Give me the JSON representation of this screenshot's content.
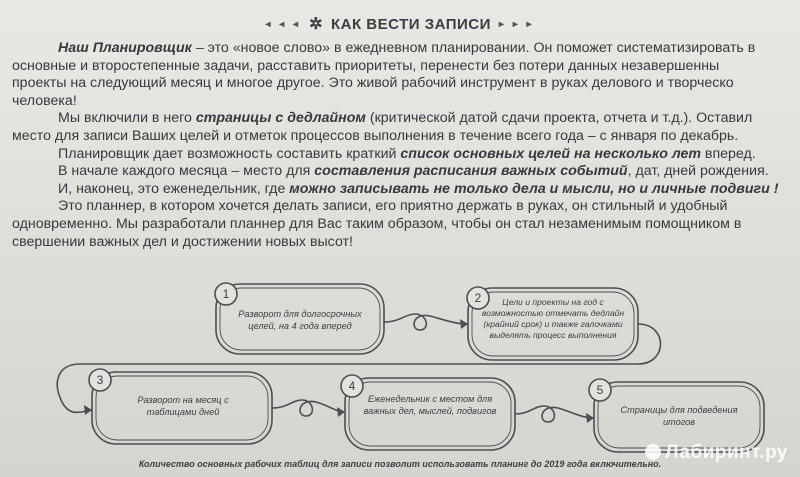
{
  "header": {
    "title": "КАК ВЕСТИ ЗАПИСИ",
    "left_arrows": "◂ ◂ ◂",
    "right_arrows": "▸ ▸ ▸",
    "icon": "gear-icon"
  },
  "body": {
    "p1": {
      "bold_start": "Наш Планировщик",
      "l1": " – это «новое слово» в ежедневном планировании. Он поможет систематизировать в",
      "l2": "основные и второстепенные задачи, расставить приоритеты, перенести без потери данных незавершенны",
      "l3": "проекты на следующий месяц и многое другое. Это живой рабочий инструмент в руках делового и творческо",
      "l4": "человека!"
    },
    "p2": {
      "a": "Мы включили в него ",
      "b": "страницы с дедлайном",
      "c": " (критической датой сдачи проекта, отчета и т.д.). Оставил",
      "l2": "место для записи Ваших целей и отметок процессов выполнения в течение всего года –  с января по декабрь."
    },
    "p3": {
      "a": "Планировщик дает возможность составить краткий ",
      "b": "список основных целей на несколько лет",
      "c": " вперед."
    },
    "p4": {
      "a": "В начале каждого месяца – место для ",
      "b": "составления расписания важных событий",
      "c": ", дат, дней рождения."
    },
    "p5": {
      "a": "И, наконец,  это  еженедельник, где ",
      "b": "можно записывать не только дела и  мысли, но и личные подвиги !"
    },
    "p6": {
      "l1": "Это планнер, в котором хочется делать записи, его приятно держать в руках, он стильный и удобный",
      "l2": "одновременно. Мы разработали планнер для Вас таким образом, чтобы он стал незаменимым помощником в",
      "l3": "свершении важных дел и достижении новых высот!"
    }
  },
  "diagram": {
    "steps": [
      {
        "num": "1",
        "text": "Разворот для долгосрочных целей,  на 4 года вперед"
      },
      {
        "num": "2",
        "text": "Цели и проекты на год с возможностью отмечать дедлайн (крайний срок) и также галочками выделять процесс выполнения"
      },
      {
        "num": "3",
        "text": "Разворот на месяц с таблицами дней"
      },
      {
        "num": "4",
        "text": "Еженедельник с местом для важных дел, мыслей, подвигов"
      },
      {
        "num": "5",
        "text": "Страницы для подведения итогов"
      }
    ],
    "footer": "Количество основных рабочих таблиц для записи позволит использовать планинг до 2019 года включительно."
  },
  "watermark": "Лабиринт.ру",
  "colors": {
    "stroke": "#4a4f53",
    "paper": "#e4e2dc",
    "text": "#353a3e"
  }
}
